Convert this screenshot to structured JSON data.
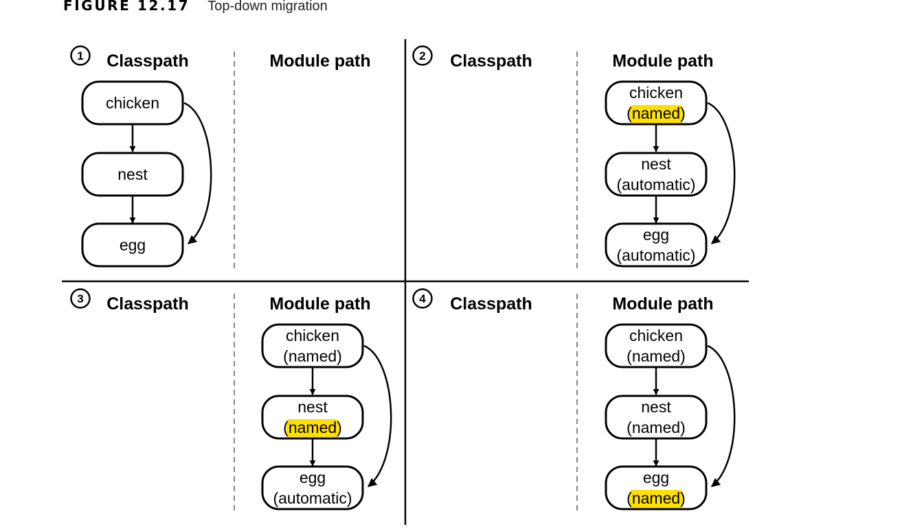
{
  "figure": {
    "number": "FIGURE 12.17",
    "title": "Top-down migration"
  },
  "labels": {
    "classpath": "Classpath",
    "module_path": "Module path"
  },
  "panels": [
    {
      "step": "1",
      "location": "classpath",
      "nodes": [
        {
          "name": "chicken",
          "type": "",
          "highlight": false
        },
        {
          "name": "nest",
          "type": "",
          "highlight": false
        },
        {
          "name": "egg",
          "type": "",
          "highlight": false
        }
      ]
    },
    {
      "step": "2",
      "location": "module_path",
      "nodes": [
        {
          "name": "chicken",
          "type": "(named)",
          "highlight": true
        },
        {
          "name": "nest",
          "type": "(automatic)",
          "highlight": false
        },
        {
          "name": "egg",
          "type": "(automatic)",
          "highlight": false
        }
      ]
    },
    {
      "step": "3",
      "location": "module_path",
      "nodes": [
        {
          "name": "chicken",
          "type": "(named)",
          "highlight": false
        },
        {
          "name": "nest",
          "type": "(named)",
          "highlight": true
        },
        {
          "name": "egg",
          "type": "(automatic)",
          "highlight": false
        }
      ]
    },
    {
      "step": "4",
      "location": "module_path",
      "nodes": [
        {
          "name": "chicken",
          "type": "(named)",
          "highlight": false
        },
        {
          "name": "nest",
          "type": "(named)",
          "highlight": false
        },
        {
          "name": "egg",
          "type": "(named)",
          "highlight": true
        }
      ]
    }
  ],
  "colors": {
    "highlight": "#ffe000",
    "line": "#000000"
  }
}
